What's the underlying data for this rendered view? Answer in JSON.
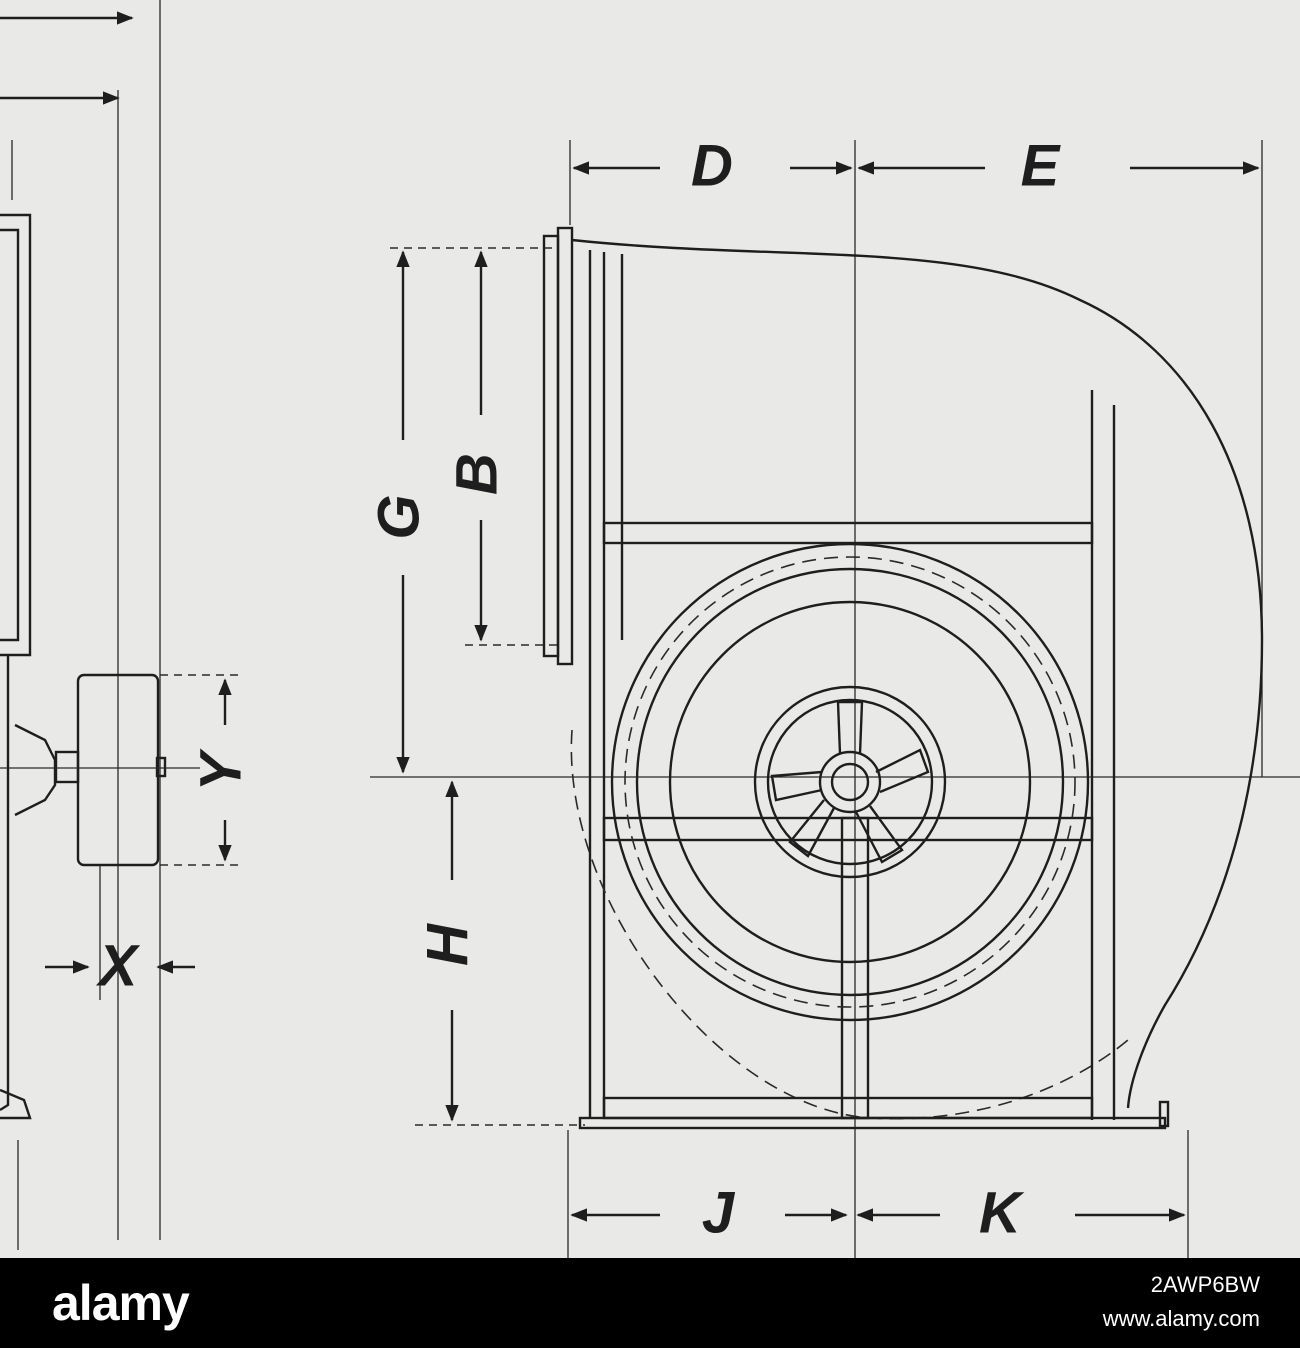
{
  "dimension_labels": {
    "D": "D",
    "E": "E",
    "B": "B",
    "G": "G",
    "H": "H",
    "J": "J",
    "K": "K",
    "X": "X",
    "Y": "Y"
  },
  "footer": {
    "brand": "alamy",
    "image_id": "2AWP6BW",
    "site": "www.alamy.com"
  },
  "colors": {
    "paper": "#e9e9e7",
    "ink": "#1e1e1e",
    "footer_bg": "#000000",
    "footer_text": "#ffffff"
  }
}
